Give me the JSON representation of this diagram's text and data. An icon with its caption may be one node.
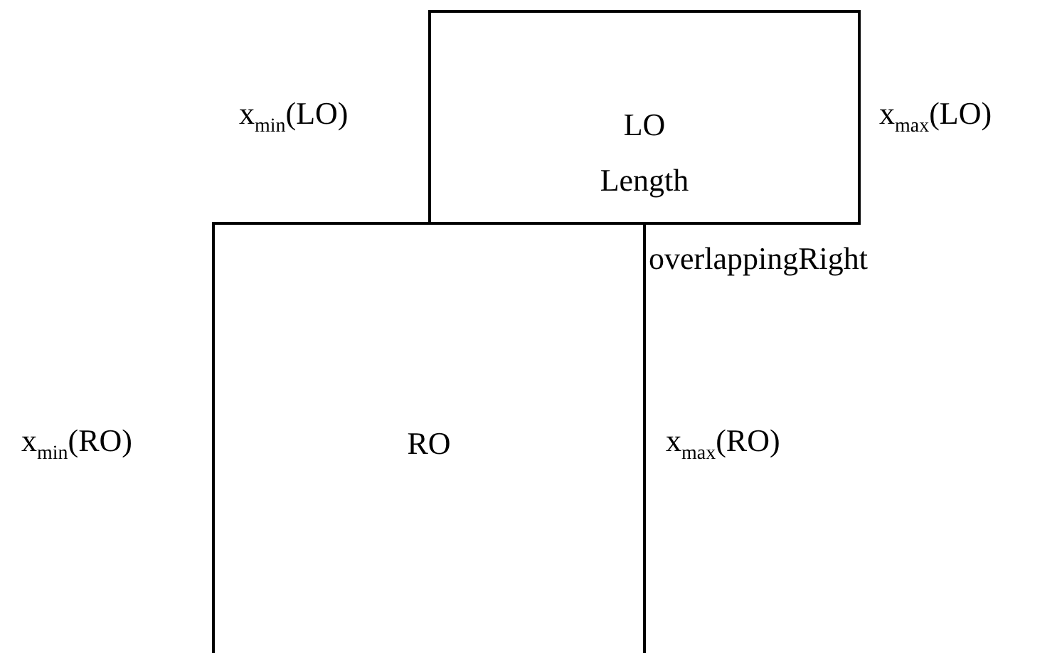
{
  "diagram": {
    "nodes": [
      {
        "text": [
          "LO",
          "Length"
        ]
      },
      {
        "text": [
          "RO"
        ]
      }
    ],
    "labels": [
      "x$_{min}$(LO)",
      "x$_{max}$(LO)",
      "overlappingRight",
      "x$_{min}$(RO)",
      "x$_{max}$(RO)"
    ]
  }
}
